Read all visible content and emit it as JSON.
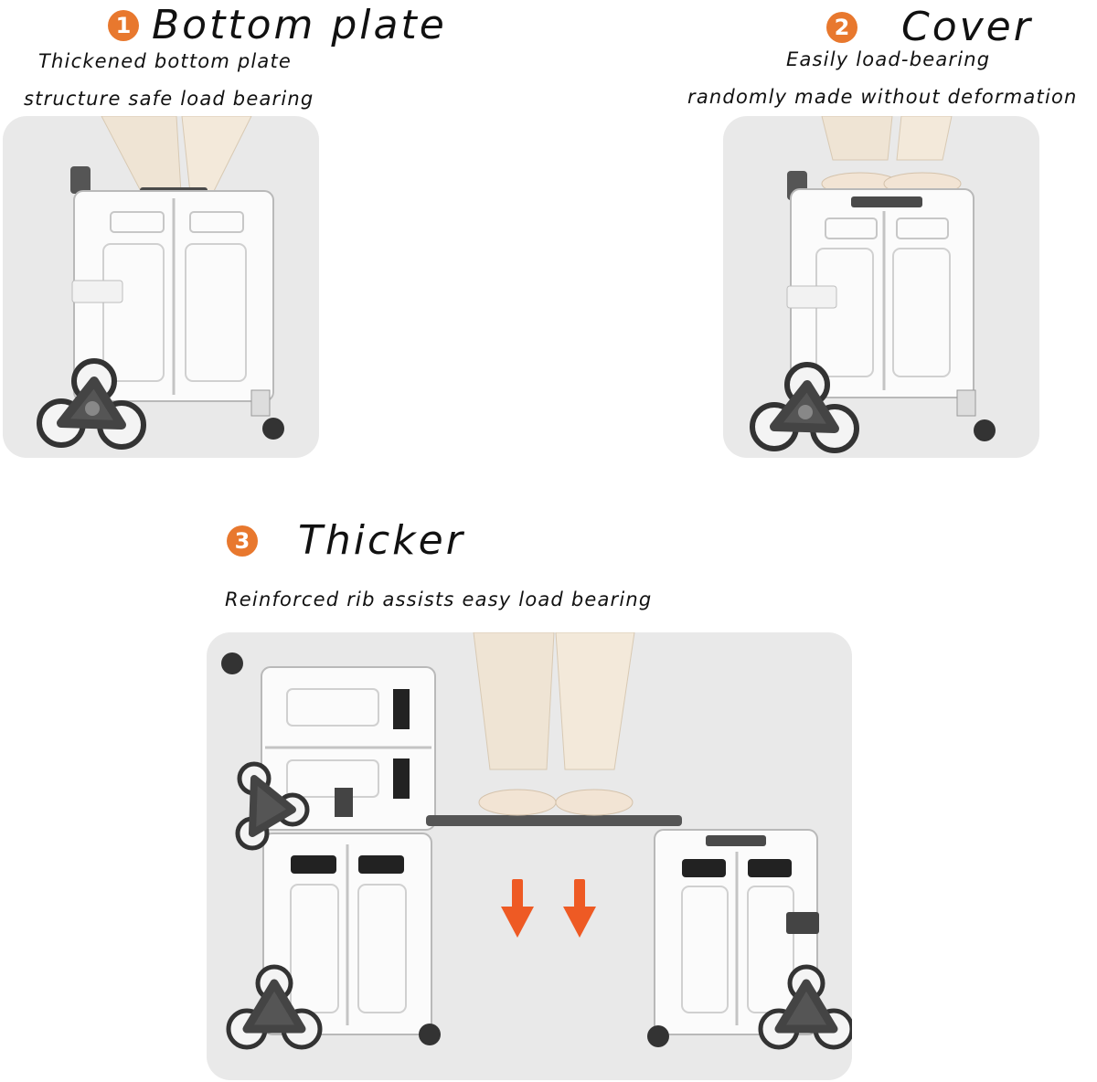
{
  "accent_color": "#e8782e",
  "sections": [
    {
      "number": "1",
      "title": "Bottom plate",
      "caption_lines": [
        "Thickened bottom plate",
        "structure safe load bearing"
      ]
    },
    {
      "number": "2",
      "title": "Cover",
      "caption_lines": [
        "Easily load-bearing",
        "randomly made without deformation"
      ]
    },
    {
      "number": "3",
      "title": "Thicker",
      "caption_lines": [
        "Reinforced rib assists easy load bearing"
      ]
    }
  ],
  "images": [
    {
      "subject": "white folding cart with stair-climbing wheels, person standing on top"
    },
    {
      "subject": "white folding cart, person in slippers standing on lid"
    },
    {
      "subject": "two stacked carts bridged by a bar, person standing on bar, downward arrows"
    }
  ]
}
